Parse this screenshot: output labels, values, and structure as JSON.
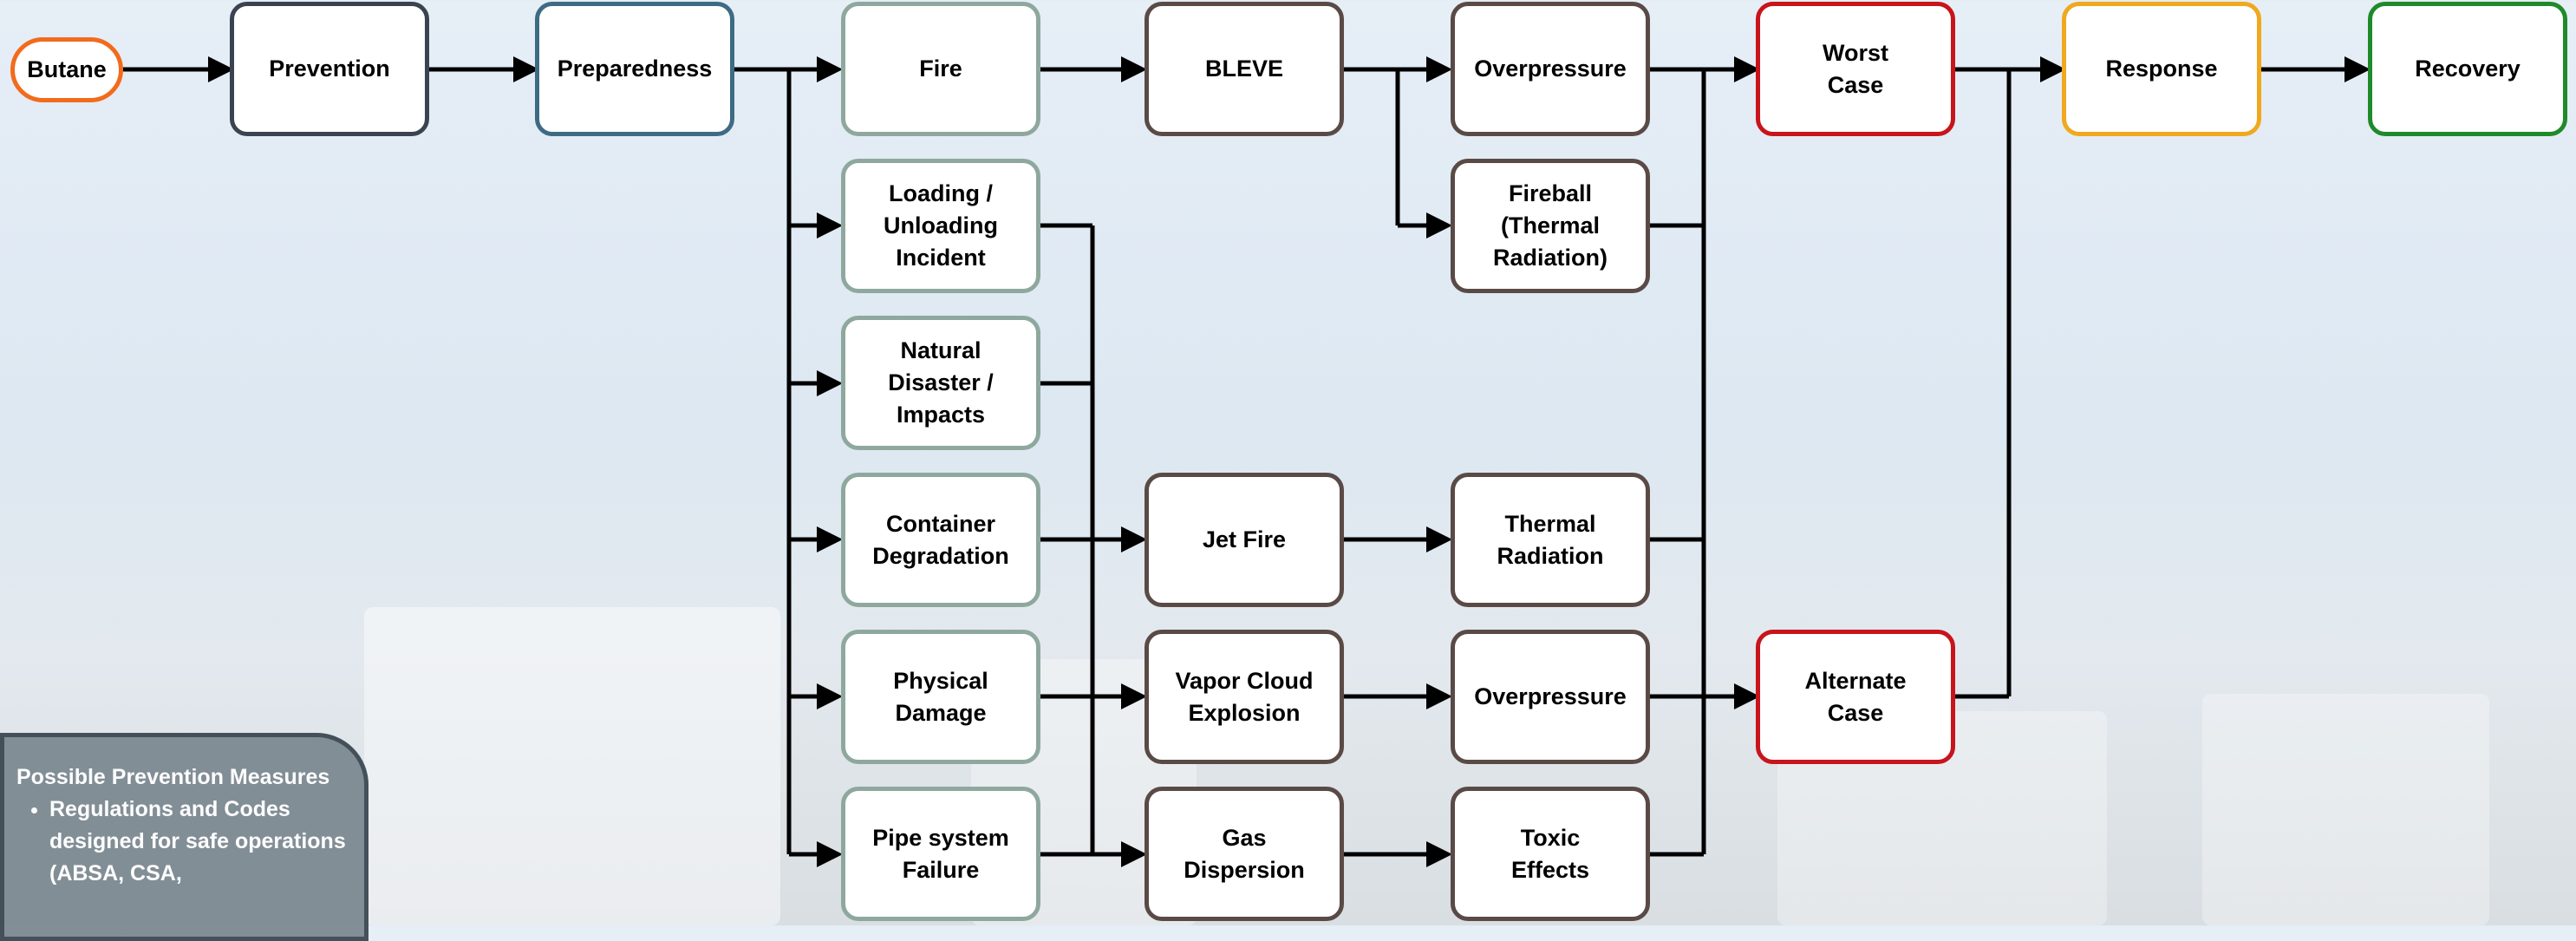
{
  "colors": {
    "orange": "#f26b1d",
    "navy": "#3a4350",
    "teal": "#3e6b84",
    "sage": "#8fa89e",
    "taupe": "#5a4a46",
    "red": "#c8141b",
    "gold": "#f0a81e",
    "green": "#1f8a2a"
  },
  "nodes": {
    "butane": "Butane",
    "prevention": "Prevention",
    "preparedness": "Preparedness",
    "fire": "Fire",
    "loading": "Loading /\nUnloading\nIncident",
    "natural": "Natural\nDisaster /\nImpacts",
    "container": "Container\nDegradation",
    "physical": "Physical\nDamage",
    "pipe": "Pipe system\nFailure",
    "bleve": "BLEVE",
    "jetfire": "Jet Fire",
    "vce": "Vapor Cloud\nExplosion",
    "gasdisp": "Gas\nDispersion",
    "overpressure1": "Overpressure",
    "fireball": "Fireball\n(Thermal\nRadiation)",
    "thermal": "Thermal\nRadiation",
    "overpressure2": "Overpressure",
    "toxic": "Toxic\nEffects",
    "worst": "Worst\nCase",
    "alternate": "Alternate\nCase",
    "response": "Response",
    "recovery": "Recovery"
  },
  "note": {
    "title": "Possible Prevention Measures",
    "items": [
      "Regulations and Codes designed for safe operations (ABSA, CSA,"
    ]
  }
}
